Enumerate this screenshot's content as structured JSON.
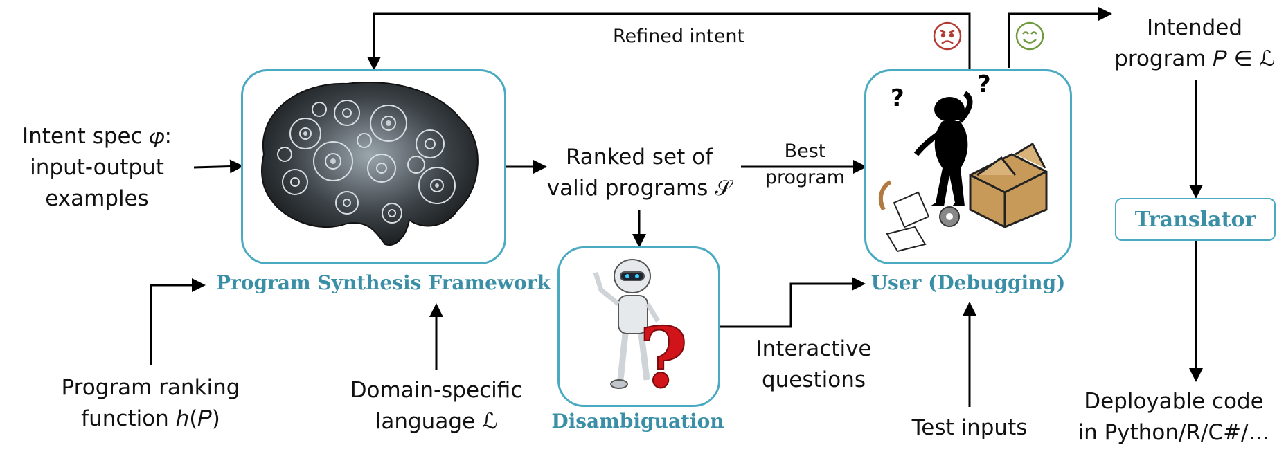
{
  "nodes": {
    "intent_spec": [
      "Intent spec 𝜑:",
      "input-output",
      "examples"
    ],
    "ranked_set": [
      "Ranked set of",
      "valid programs 𝒮"
    ],
    "best_program": [
      "Best",
      "program"
    ],
    "intended_program": [
      "Intended",
      "program 𝑃 ∈ ℒ"
    ],
    "refined_intent": "Refined intent",
    "program_ranking": [
      "Program ranking",
      "function ℎ(𝑃)"
    ],
    "dsl": [
      "Domain-specific",
      "language ℒ"
    ],
    "interactive_questions": [
      "Interactive",
      "questions"
    ],
    "test_inputs": "Test inputs",
    "deployable_code": [
      "Deployable code",
      "in Python/R/C#/…"
    ]
  },
  "titles": {
    "framework": "Program Synthesis Framework",
    "disambiguation": "Disambiguation",
    "user": "User (Debugging)",
    "translator": "Translator"
  },
  "colors": {
    "accent": "#4aaac2",
    "title": "#3a8fa6",
    "sad_face": "#b23a32",
    "happy_face": "#6f9a3d"
  },
  "icons": [
    "brain-gears-icon",
    "robot-question-icon",
    "confused-user-icon",
    "sad-face-icon",
    "happy-face-icon"
  ]
}
